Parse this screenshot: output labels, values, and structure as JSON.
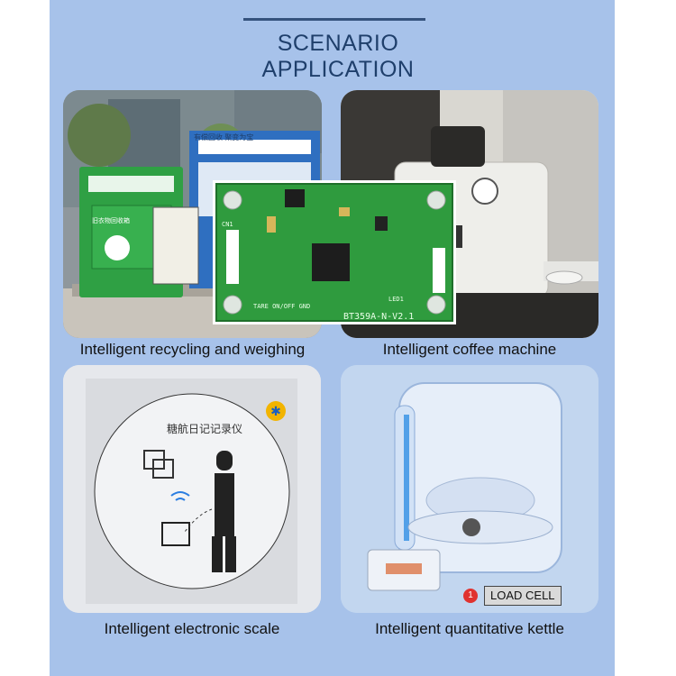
{
  "header": {
    "title": "SCENARIO APPLICATION"
  },
  "scenarios": [
    {
      "caption": "Intelligent recycling and weighing"
    },
    {
      "caption": "Intelligent coffee machine"
    },
    {
      "caption": "Intelligent electronic scale"
    },
    {
      "caption": "Intelligent quantitative kettle"
    }
  ],
  "pcb": {
    "model": "BT359A-N-V2.1",
    "tare_label": "TARE ON/OFF GND",
    "cn_label": "CN1",
    "led_label": "LED1"
  },
  "recycling_signs": {
    "top": "有偿回收 聚变为宝",
    "bin_label": "旧衣物回收箱"
  },
  "scale_device": {
    "name": "糖航日记记录仪",
    "bluetooth_icon": "bluetooth-icon"
  },
  "kettle": {
    "marker_number": "1",
    "label": "LOAD CELL"
  },
  "colors": {
    "background": "#a7c2ea",
    "title": "#1f3f6b",
    "pcb_green": "#2f9b3e",
    "bin_green": "#2fa044"
  }
}
